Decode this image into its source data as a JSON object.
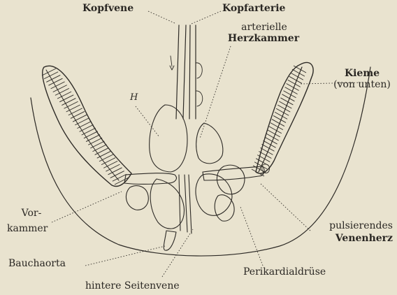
{
  "labels": {
    "kopfvene": "Kopfvene",
    "kopfarterie": "Kopfarterie",
    "herzkammer_1": "arterielle",
    "herzkammer_2": "Herzkammer",
    "kieme_1": "Kieme",
    "kieme_2": "(von unten)",
    "h": "H",
    "vorkammer_1": "Vor-",
    "vorkammer_2": "kammer",
    "bauchaorta": "Bauchaorta",
    "seitenvene": "hintere Seitenvene",
    "perikardialdruese": "Perikardialdrüse",
    "venenherz_1": "pulsierendes",
    "venenherz_2": "Venenherz"
  }
}
